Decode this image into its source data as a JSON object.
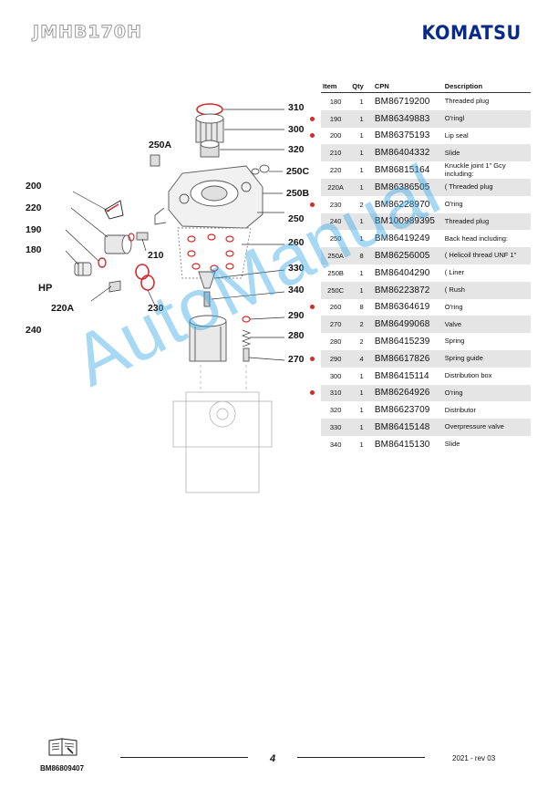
{
  "header": {
    "model": "JMHB170H",
    "brand": "KOMATSU"
  },
  "diagram": {
    "callouts": [
      {
        "label": "310"
      },
      {
        "label": "300"
      },
      {
        "label": "250A"
      },
      {
        "label": "320"
      },
      {
        "label": "250C"
      },
      {
        "label": "250B"
      },
      {
        "label": "200"
      },
      {
        "label": "220"
      },
      {
        "label": "190"
      },
      {
        "label": "180"
      },
      {
        "label": "250"
      },
      {
        "label": "210"
      },
      {
        "label": "260"
      },
      {
        "label": "HP"
      },
      {
        "label": "220A"
      },
      {
        "label": "330"
      },
      {
        "label": "240"
      },
      {
        "label": "230"
      },
      {
        "label": "340"
      },
      {
        "label": "290"
      },
      {
        "label": "280"
      },
      {
        "label": "270"
      }
    ]
  },
  "parts_table": {
    "headers": {
      "item": "Item",
      "qty": "Qty",
      "cpn": "CPN",
      "description": "Description"
    },
    "rows": [
      {
        "item": "180",
        "qty": "1",
        "cpn": "BM86719200",
        "desc": "Threaded plug",
        "marked": false,
        "shaded": false
      },
      {
        "item": "190",
        "qty": "1",
        "cpn": "BM86349883",
        "desc": "O'ringl",
        "marked": true,
        "shaded": true
      },
      {
        "item": "200",
        "qty": "1",
        "cpn": "BM86375193",
        "desc": "Lip seal",
        "marked": true,
        "shaded": false
      },
      {
        "item": "210",
        "qty": "1",
        "cpn": "BM86404332",
        "desc": "Slide",
        "marked": false,
        "shaded": true
      },
      {
        "item": "220",
        "qty": "1",
        "cpn": "BM86815164",
        "desc": "Knuckle joint 1\" Gcy including:",
        "marked": false,
        "shaded": false
      },
      {
        "item": "220A",
        "qty": "1",
        "cpn": "BM86386505",
        "desc": "( Threaded plug",
        "marked": false,
        "shaded": true
      },
      {
        "item": "230",
        "qty": "2",
        "cpn": "BM86228970",
        "desc": "O'ring",
        "marked": true,
        "shaded": false
      },
      {
        "item": "240",
        "qty": "1",
        "cpn": "BM100989395",
        "desc": "Threaded plug",
        "marked": false,
        "shaded": true
      },
      {
        "item": "250",
        "qty": "1",
        "cpn": "BM86419249",
        "desc": "Back head including:",
        "marked": false,
        "shaded": false
      },
      {
        "item": "250A",
        "qty": "8",
        "cpn": "BM86256005",
        "desc": "( Helicoil thread UNF 1\"",
        "marked": false,
        "shaded": true
      },
      {
        "item": "250B",
        "qty": "1",
        "cpn": "BM86404290",
        "desc": "( Liner",
        "marked": false,
        "shaded": false
      },
      {
        "item": "250C",
        "qty": "1",
        "cpn": "BM86223872",
        "desc": "( Rush",
        "marked": false,
        "shaded": true
      },
      {
        "item": "260",
        "qty": "8",
        "cpn": "BM86364619",
        "desc": "O'ring",
        "marked": true,
        "shaded": false
      },
      {
        "item": "270",
        "qty": "2",
        "cpn": "BM86499068",
        "desc": "Valve",
        "marked": false,
        "shaded": true
      },
      {
        "item": "280",
        "qty": "2",
        "cpn": "BM86415239",
        "desc": "Spring",
        "marked": false,
        "shaded": false
      },
      {
        "item": "290",
        "qty": "4",
        "cpn": "BM86617826",
        "desc": "Spring guide",
        "marked": true,
        "shaded": true
      },
      {
        "item": "300",
        "qty": "1",
        "cpn": "BM86415114",
        "desc": "Distribution box",
        "marked": false,
        "shaded": false
      },
      {
        "item": "310",
        "qty": "1",
        "cpn": "BM86264926",
        "desc": "O'ring",
        "marked": true,
        "shaded": true
      },
      {
        "item": "320",
        "qty": "1",
        "cpn": "BM86623709",
        "desc": "Distributor",
        "marked": false,
        "shaded": false
      },
      {
        "item": "330",
        "qty": "1",
        "cpn": "BM86415148",
        "desc": "Overpressure valve",
        "marked": false,
        "shaded": true
      },
      {
        "item": "340",
        "qty": "1",
        "cpn": "BM86415130",
        "desc": "Slide",
        "marked": false,
        "shaded": false
      }
    ]
  },
  "watermark": {
    "text": "AutoManual"
  },
  "footer": {
    "doc_code": "BM86809407",
    "page": "4",
    "revision": "2021  -  rev 03"
  },
  "colors": {
    "brand": "#0a2a8a",
    "mark": "#d42a2a",
    "watermark": "#3caae6",
    "row_shade": "#e5e5e5"
  }
}
